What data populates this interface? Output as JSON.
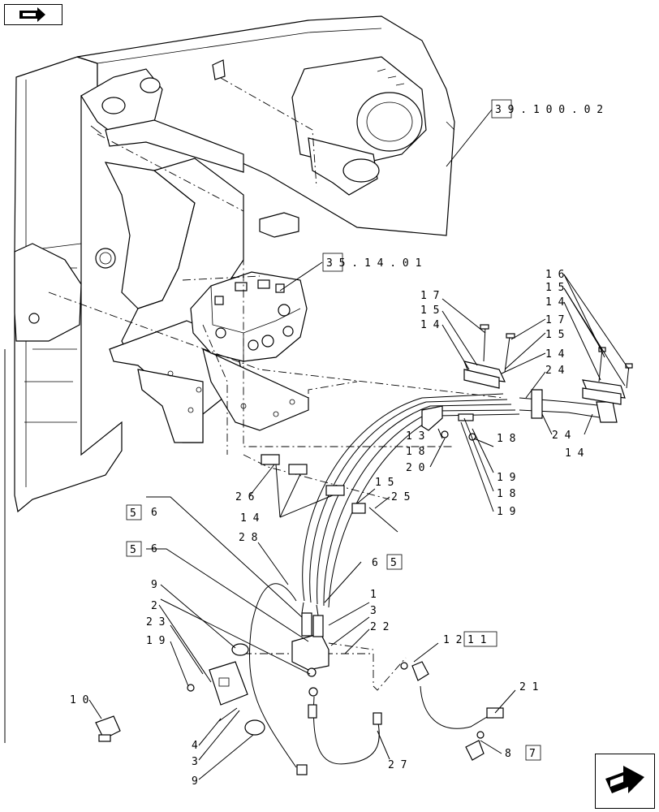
{
  "nav": {
    "prev_icon": "back-arrow-icon",
    "next_icon": "forward-arrow-icon"
  },
  "refs": {
    "top_ref": "3 9 . 1 0 0 . 0 2",
    "valve_ref": "3 5 . 1 4 . 0 1",
    "box5a": "5",
    "box5b": "5",
    "box5c": "5",
    "box7": "7",
    "box11": "1 1"
  },
  "callouts": [
    {
      "id": "c17a",
      "text": "1 7"
    },
    {
      "id": "c15a",
      "text": "1 5"
    },
    {
      "id": "c14a",
      "text": "1 4"
    },
    {
      "id": "c17b",
      "text": "1 7"
    },
    {
      "id": "c15b",
      "text": "1 5"
    },
    {
      "id": "c14b",
      "text": "1 4"
    },
    {
      "id": "c16",
      "text": "1 6"
    },
    {
      "id": "c15c",
      "text": "1 5"
    },
    {
      "id": "c14c",
      "text": "1 4"
    },
    {
      "id": "c24a",
      "text": "2 4"
    },
    {
      "id": "c24b",
      "text": "2 4"
    },
    {
      "id": "c14d",
      "text": "1 4"
    },
    {
      "id": "c13",
      "text": "1 3"
    },
    {
      "id": "c18a",
      "text": "1 8"
    },
    {
      "id": "c20",
      "text": "2 0"
    },
    {
      "id": "c18b",
      "text": "1 8"
    },
    {
      "id": "c19a",
      "text": "1 9"
    },
    {
      "id": "c18c",
      "text": "1 8"
    },
    {
      "id": "c19b",
      "text": "1 9"
    },
    {
      "id": "c26",
      "text": "2 6"
    },
    {
      "id": "c15d",
      "text": "1 5"
    },
    {
      "id": "c25",
      "text": "2 5"
    },
    {
      "id": "c14e",
      "text": "1 4"
    },
    {
      "id": "c28",
      "text": "2 8"
    },
    {
      "id": "c6a",
      "text": "6"
    },
    {
      "id": "c6b",
      "text": "6"
    },
    {
      "id": "c6c",
      "text": "6"
    },
    {
      "id": "c9a",
      "text": "9"
    },
    {
      "id": "c2",
      "text": "2"
    },
    {
      "id": "c23",
      "text": "2 3"
    },
    {
      "id": "c19c",
      "text": "1 9"
    },
    {
      "id": "c1",
      "text": "1"
    },
    {
      "id": "c3a",
      "text": "3"
    },
    {
      "id": "c22",
      "text": "2 2"
    },
    {
      "id": "c12",
      "text": "1 2"
    },
    {
      "id": "c21",
      "text": "2 1"
    },
    {
      "id": "c10",
      "text": "1 0"
    },
    {
      "id": "c4",
      "text": "4"
    },
    {
      "id": "c3b",
      "text": "3"
    },
    {
      "id": "c9b",
      "text": "9"
    },
    {
      "id": "c27",
      "text": "2 7"
    },
    {
      "id": "c8",
      "text": "8"
    }
  ]
}
